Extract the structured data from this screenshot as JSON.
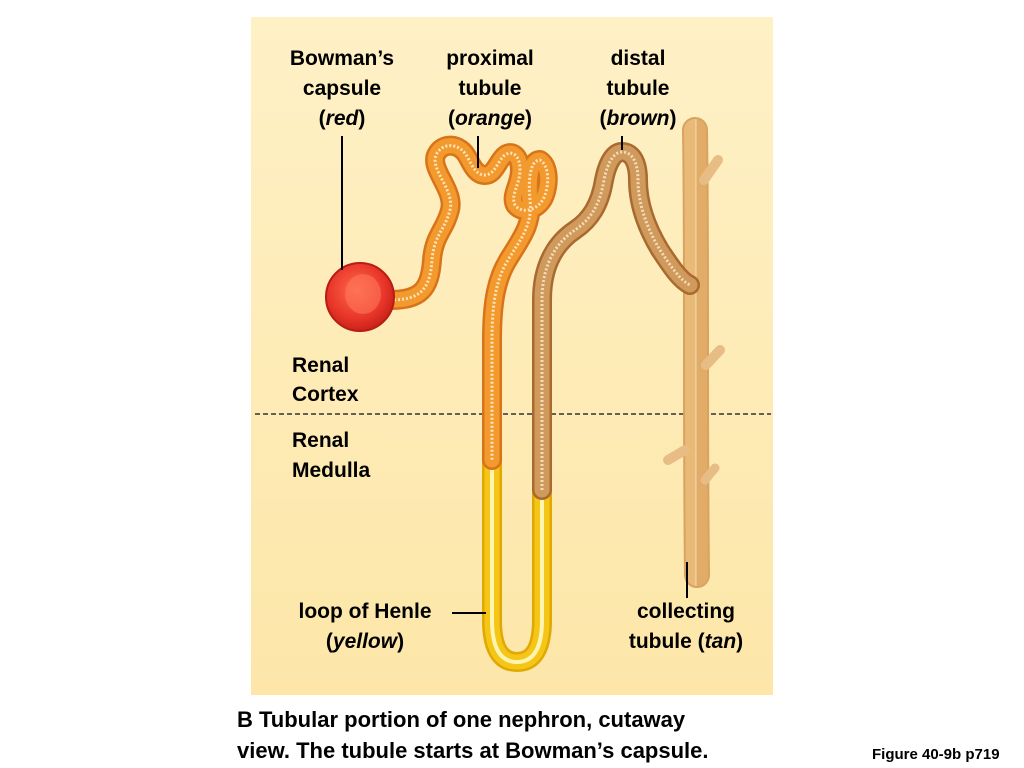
{
  "labels": {
    "bowman": {
      "line1": "Bowman’s",
      "line2": "capsule",
      "open": "(",
      "color": "red",
      "close": ")"
    },
    "proximal": {
      "line1": "proximal",
      "line2": "tubule",
      "open": "(",
      "color": "orange",
      "close": ")"
    },
    "distal": {
      "line1": "distal",
      "line2": "tubule",
      "open": "(",
      "color": "brown",
      "close": ")"
    },
    "cortex": {
      "line1": "Renal",
      "line2": "Cortex"
    },
    "medulla": {
      "line1": "Renal",
      "line2": "Medulla"
    },
    "henle": {
      "line1": "loop of Henle",
      "open": "(",
      "color": "yellow",
      "close": ")"
    },
    "collecting": {
      "line1": "collecting",
      "line2_prefix": "tubule (",
      "color": "tan",
      "close": ")"
    }
  },
  "caption": {
    "line1": "B Tubular portion of one nephron, cutaway",
    "line2": "view. The tubule starts at Bowman’s capsule."
  },
  "figure_ref": "Figure 40-9b p719",
  "colors": {
    "panel_background": "#fdeab4",
    "bowman_capsule": "#e8352a",
    "proximal_tubule": "#f29a2e",
    "loop_of_henle": "#f5c518",
    "distal_tubule": "#c98b4a",
    "collecting_tubule": "#f2cc95"
  }
}
